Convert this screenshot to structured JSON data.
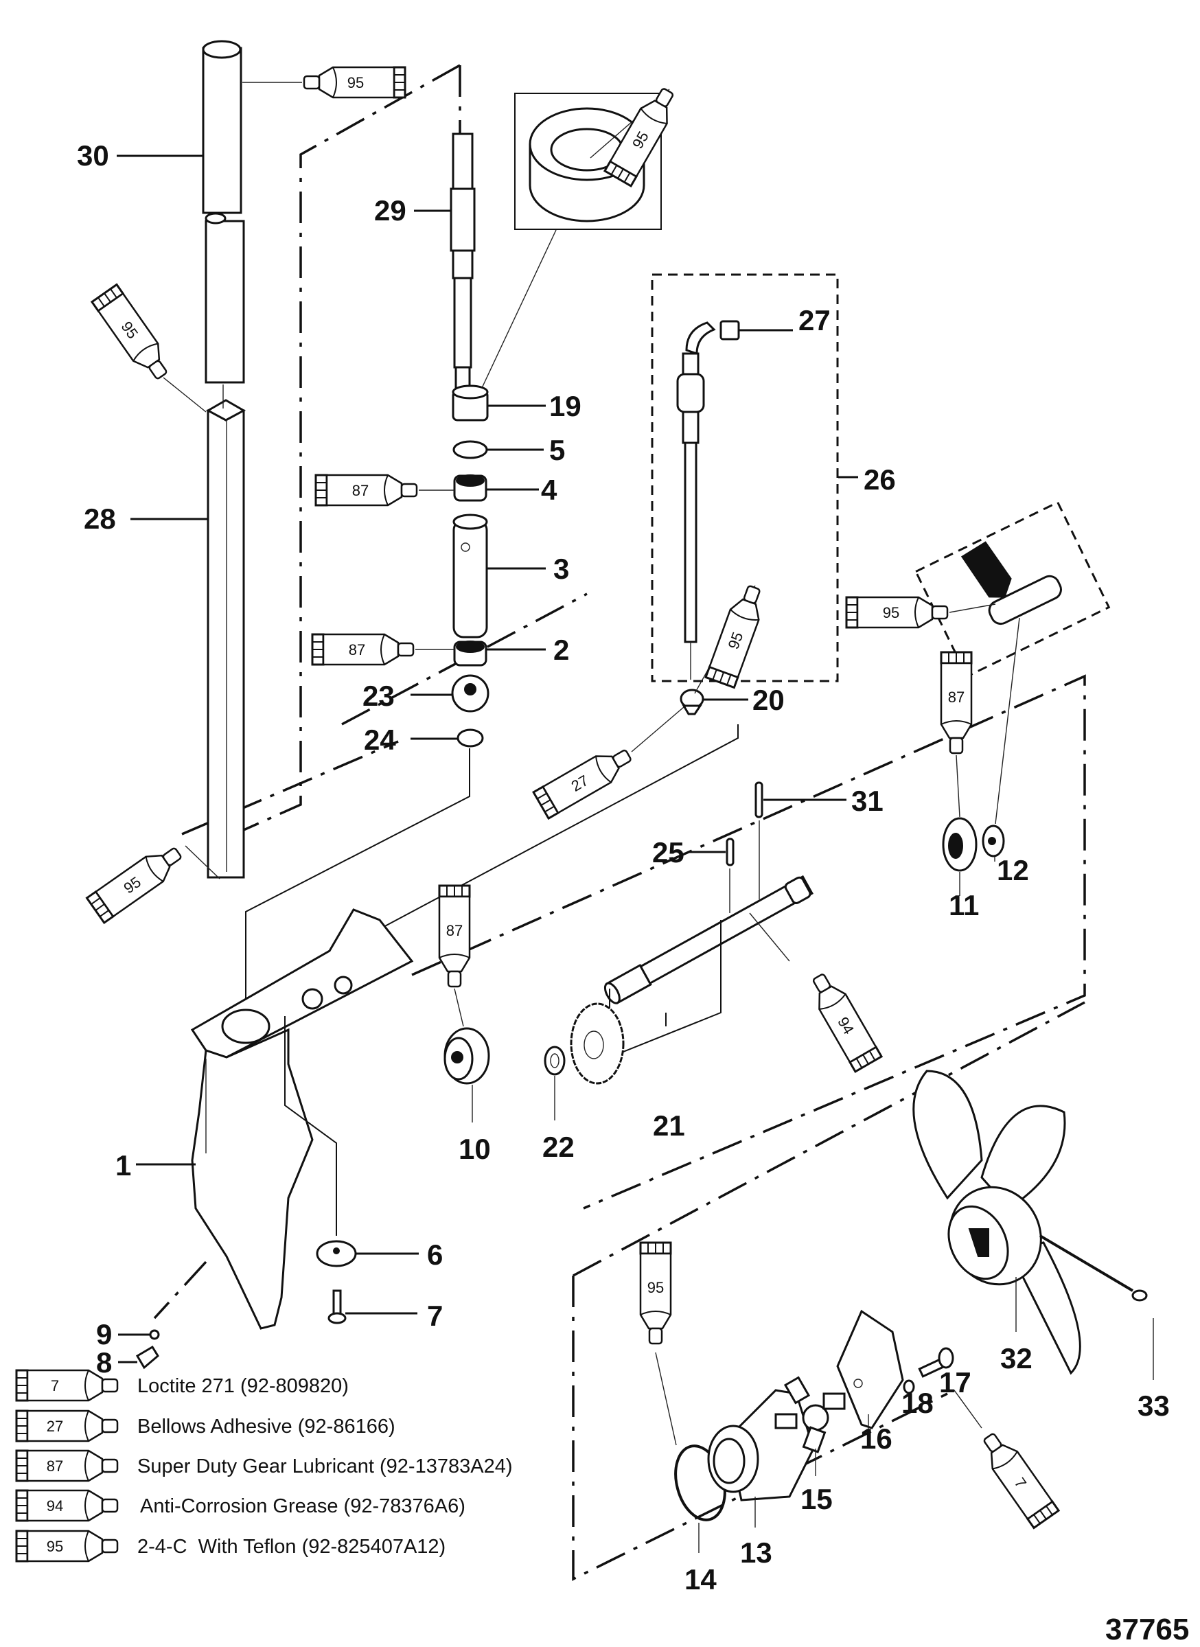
{
  "diagram": {
    "title": "Gear Housing Exploded View",
    "document_id": "37765",
    "callouts": [
      {
        "id": "c1",
        "label": "1",
        "part": "gear-housing"
      },
      {
        "id": "c2",
        "label": "2",
        "part": "bearing-lower"
      },
      {
        "id": "c3",
        "label": "3",
        "part": "driveshaft-sleeve"
      },
      {
        "id": "c4",
        "label": "4",
        "part": "bearing-upper"
      },
      {
        "id": "c5",
        "label": "5",
        "part": "washer"
      },
      {
        "id": "c6",
        "label": "6",
        "part": "grommet"
      },
      {
        "id": "c7",
        "label": "7",
        "part": "screw"
      },
      {
        "id": "c8",
        "label": "8",
        "part": "screw-small"
      },
      {
        "id": "c9",
        "label": "9",
        "part": "washer-small"
      },
      {
        "id": "c10",
        "label": "10",
        "part": "propshaft-bearing"
      },
      {
        "id": "c11",
        "label": "11",
        "part": "bearing-rear"
      },
      {
        "id": "c12",
        "label": "12",
        "part": "seal-rear"
      },
      {
        "id": "c13",
        "label": "13",
        "part": "water-pump-base"
      },
      {
        "id": "c14",
        "label": "14",
        "part": "o-ring"
      },
      {
        "id": "c15",
        "label": "15",
        "part": "impeller"
      },
      {
        "id": "c16",
        "label": "16",
        "part": "pump-cover"
      },
      {
        "id": "c17",
        "label": "17",
        "part": "bolt"
      },
      {
        "id": "c18",
        "label": "18",
        "part": "washer-bolt"
      },
      {
        "id": "c19",
        "label": "19",
        "part": "oil-seal"
      },
      {
        "id": "c20",
        "label": "20",
        "part": "grommet-shift"
      },
      {
        "id": "c21",
        "label": "21",
        "part": "propeller-shaft-assembly"
      },
      {
        "id": "c22",
        "label": "22",
        "part": "thrust-washer"
      },
      {
        "id": "c23",
        "label": "23",
        "part": "pinion-gear"
      },
      {
        "id": "c24",
        "label": "24",
        "part": "retaining-ring"
      },
      {
        "id": "c25",
        "label": "25",
        "part": "pin"
      },
      {
        "id": "c26",
        "label": "26",
        "part": "shift-rod-assembly"
      },
      {
        "id": "c27",
        "label": "27",
        "part": "coupler"
      },
      {
        "id": "c28",
        "label": "28",
        "part": "water-tube"
      },
      {
        "id": "c29",
        "label": "29",
        "part": "driveshaft"
      },
      {
        "id": "c30",
        "label": "30",
        "part": "water-tube-upper"
      },
      {
        "id": "c31",
        "label": "31",
        "part": "pin-long"
      },
      {
        "id": "c32",
        "label": "32",
        "part": "propeller"
      },
      {
        "id": "c33",
        "label": "33",
        "part": "cotter-pin"
      }
    ],
    "sealant_tubes": [
      {
        "id": "t1",
        "code": "95"
      },
      {
        "id": "t2",
        "code": "95"
      },
      {
        "id": "t3",
        "code": "95"
      },
      {
        "id": "t4",
        "code": "95"
      },
      {
        "id": "t5",
        "code": "87"
      },
      {
        "id": "t6",
        "code": "87"
      },
      {
        "id": "t7",
        "code": "95"
      },
      {
        "id": "t8",
        "code": "27"
      },
      {
        "id": "t9",
        "code": "95"
      },
      {
        "id": "t10",
        "code": "87"
      },
      {
        "id": "t11",
        "code": "87"
      },
      {
        "id": "t12",
        "code": "94"
      },
      {
        "id": "t13",
        "code": "95"
      },
      {
        "id": "t14",
        "code": "7"
      }
    ],
    "legend": [
      {
        "code": "7",
        "text": "Loctite 271 (92-809820)"
      },
      {
        "code": "27",
        "text": "Bellows Adhesive (92-86166)"
      },
      {
        "code": "87",
        "text": "Super Duty Gear Lubricant (92-13783A24)"
      },
      {
        "code": "94",
        "text": "Anti-Corrosion Grease (92-78376A6)"
      },
      {
        "code": "95",
        "text": "2-4-C  With Teflon (92-825407A12)"
      }
    ]
  }
}
